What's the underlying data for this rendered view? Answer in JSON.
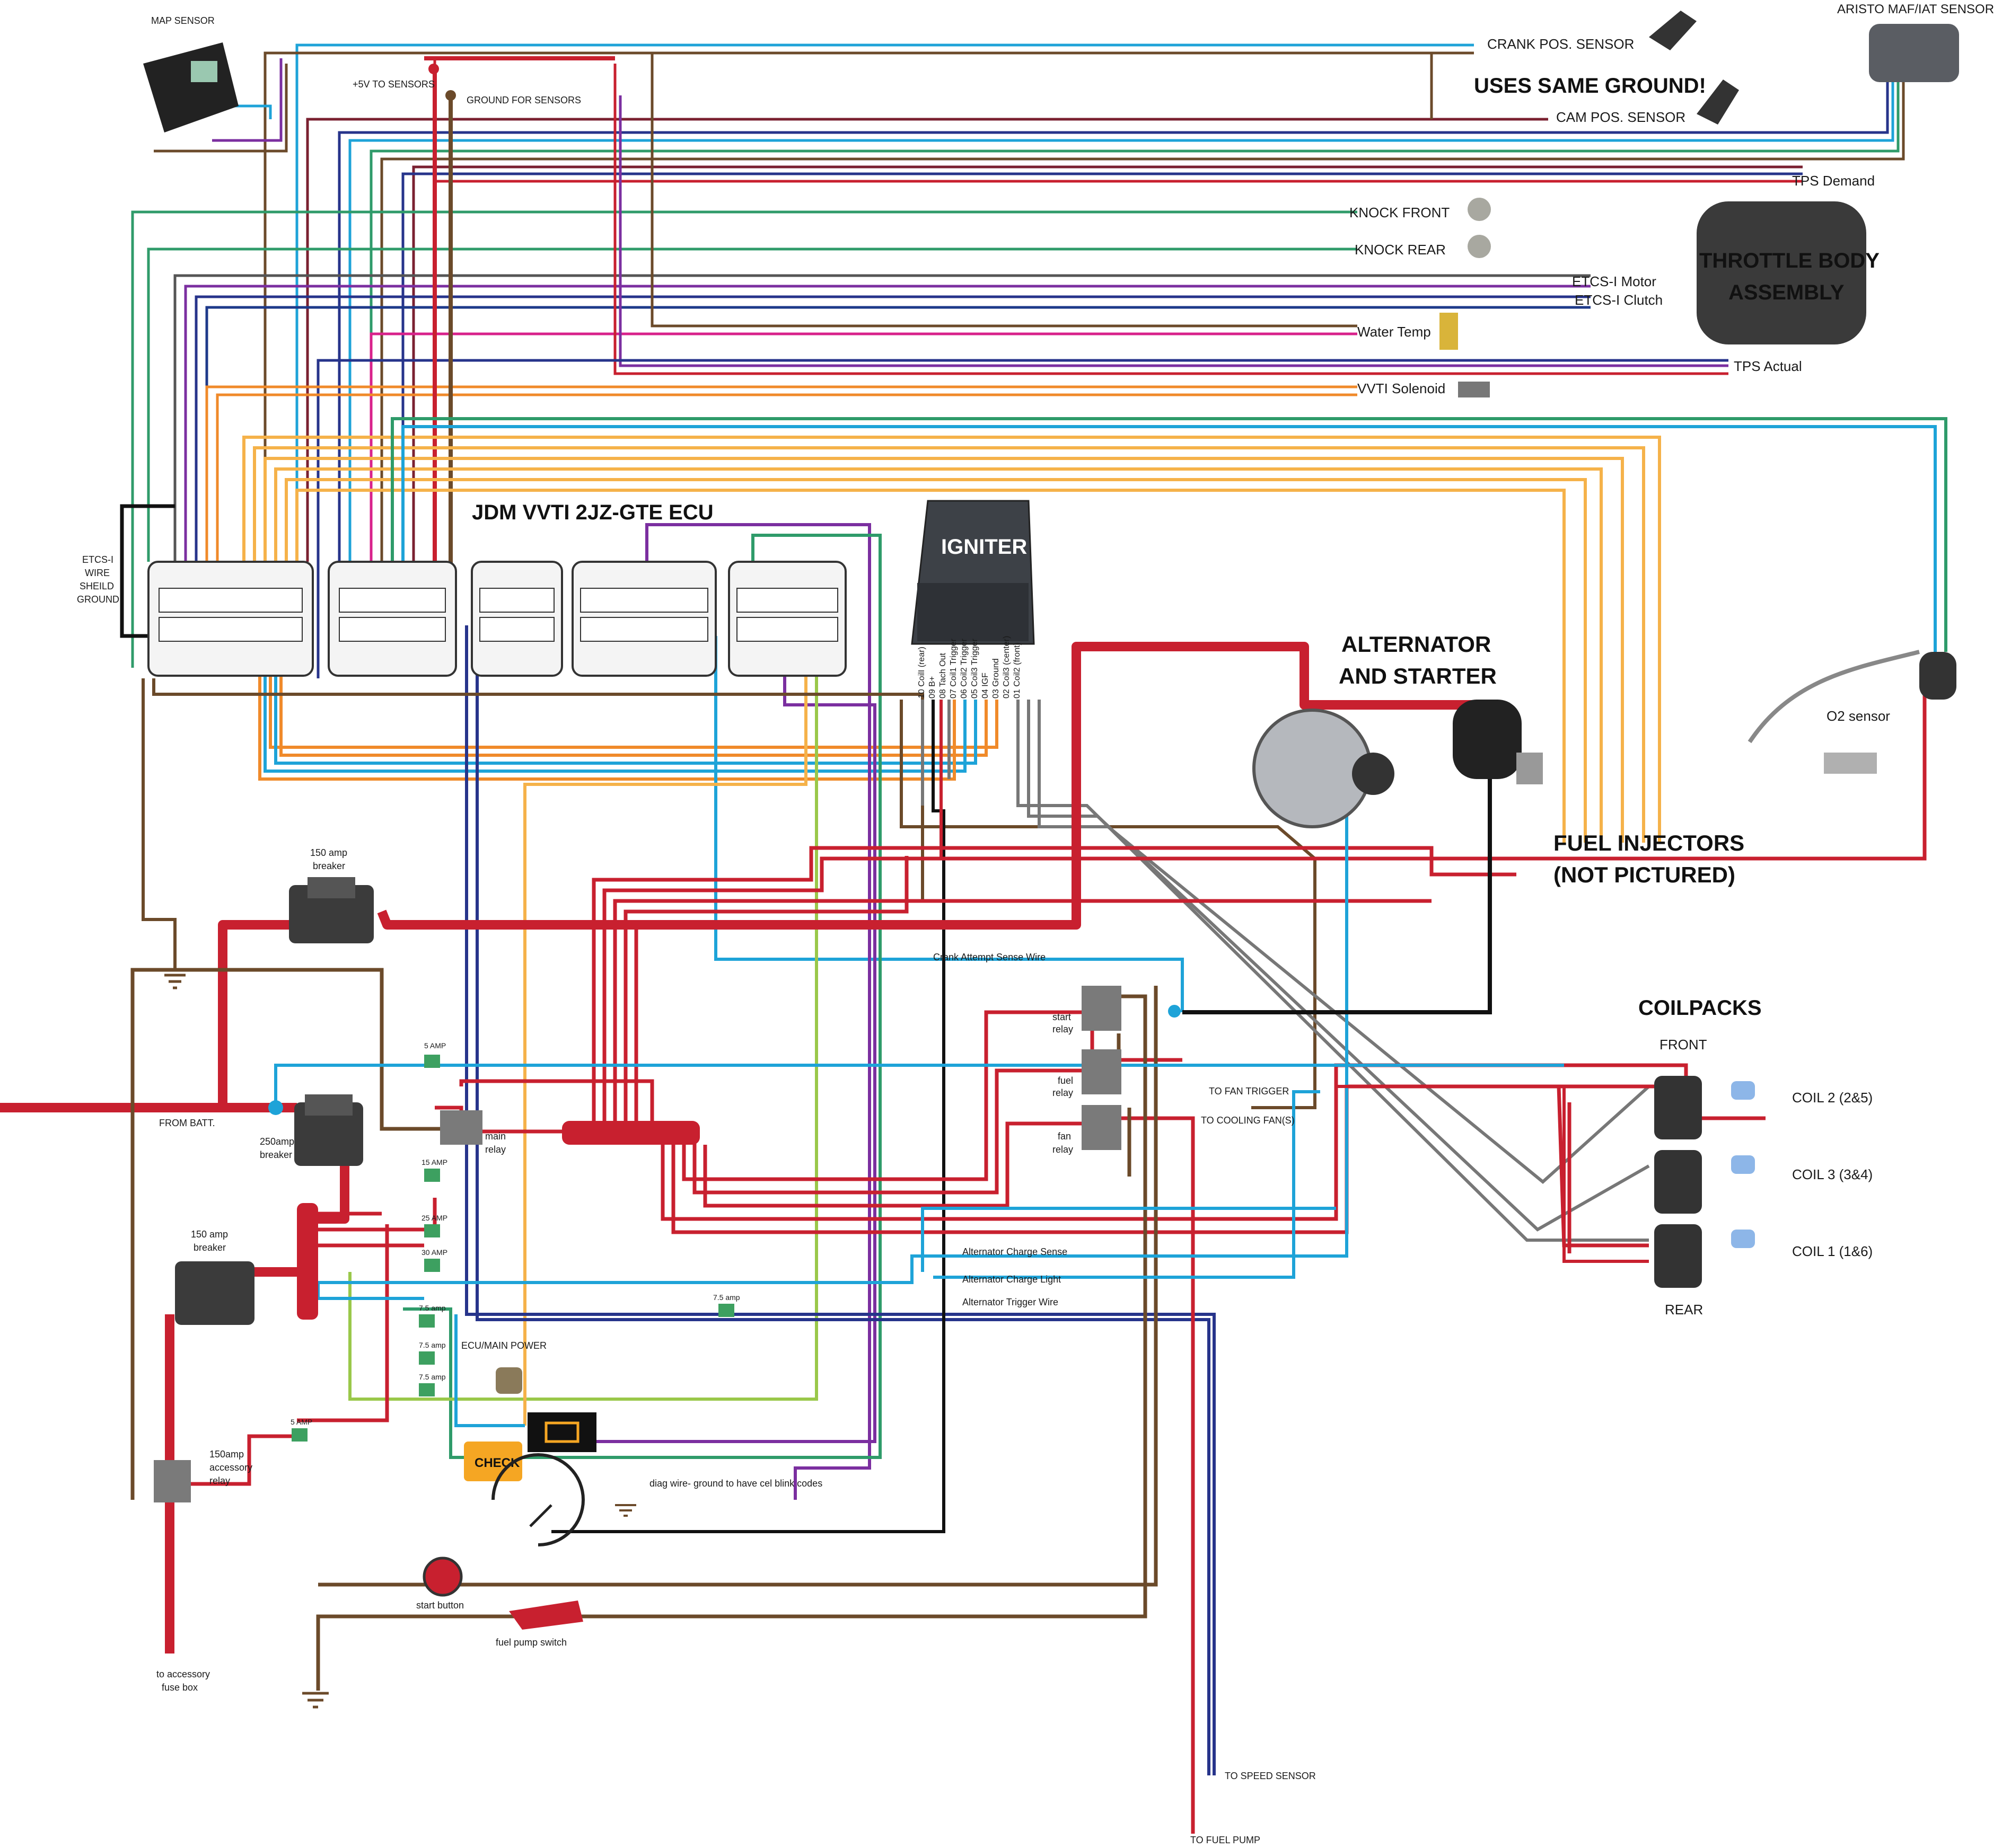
{
  "colors": {
    "power": "#c8202f",
    "ground": "#6b4a2a",
    "signal_blue": "#1ea3d8",
    "signal_green": "#2f9b6a",
    "signal_orange": "#f08a2a",
    "signal_yellow": "#f5b24a",
    "signal_purple": "#7b2fa0",
    "signal_navy": "#27348b",
    "signal_gray": "#777777",
    "signal_pink": "#d8228b",
    "signal_lime": "#9ac84a",
    "black": "#111111"
  },
  "ecu": {
    "title": "JDM VVTI 2JZ-GTE ECU"
  },
  "igniter": {
    "title": "IGNITER",
    "pins": [
      "10 CoilI (rear)",
      "09 B+",
      "08 Tach Out",
      "07 Coil1 Trigger",
      "06 Coil2 Trigger",
      "05 Coil3 Trigger",
      "04 IGF",
      "03 Ground",
      "02 Coil3 (center)",
      "01 Coil2 (front)"
    ]
  },
  "sensors": {
    "map": "MAP SENSOR",
    "plus5v": "+5V TO SENSORS",
    "ground_sensors": "GROUND FOR SENSORS",
    "crank": "CRANK POS. SENSOR",
    "same_ground": "USES SAME GROUND!",
    "cam": "CAM POS. SENSOR",
    "maf": "ARISTO MAF/IAT SENSOR",
    "tps_demand": "TPS Demand",
    "knock_front": "KNOCK FRONT",
    "knock_rear": "KNOCK REAR",
    "etcs_motor": "ETCS-I Motor",
    "etcs_clutch": "ETCS-I Clutch",
    "water_temp": "Water Temp",
    "tps_actual": "TPS Actual",
    "vvti": "VVTI Solenoid",
    "throttle_body_1": "THROTTLE BODY",
    "throttle_body_2": "ASSEMBLY",
    "o2": "O2 sensor"
  },
  "etcs_shield": [
    "ETCS-I",
    "WIRE",
    "SHEILD",
    "GROUND"
  ],
  "alternator": {
    "line1": "ALTERNATOR",
    "line2": "AND STARTER"
  },
  "injectors": {
    "line1": "FUEL INJECTORS",
    "line2": "(NOT PICTURED)"
  },
  "coilpacks": {
    "title": "COILPACKS",
    "front": "FRONT",
    "rear": "REAR",
    "coils": [
      "COIL 2 (2&5)",
      "COIL 3 (3&4)",
      "COIL 1 (1&6)"
    ]
  },
  "power": {
    "breaker150_top_1": "150 amp",
    "breaker150_top_2": "breaker",
    "from_batt": "FROM BATT.",
    "breaker250_1": "250amp",
    "breaker250_2": "breaker",
    "breaker150_low_1": "150 amp",
    "breaker150_low_2": "breaker",
    "main_relay_1": "main",
    "main_relay_2": "relay",
    "acc_relay_1": "150amp",
    "acc_relay_2": "accessory",
    "acc_relay_3": "relay",
    "acc_fuse_1": "to accessory",
    "acc_fuse_2": "fuse box",
    "ecu_main_power": "ECU/MAIN POWER"
  },
  "fuses": {
    "f5a": "5 AMP",
    "f15a": "15 AMP",
    "f25a": "25 AMP",
    "f30a": "30 AMP",
    "f75a": "7.5 amp",
    "f5a_lower": "5 AMP"
  },
  "relays": {
    "crank_sense": "Crank Attempt Sense Wire",
    "start_1": "start",
    "start_2": "relay",
    "fuel_1": "fuel",
    "fuel_2": "relay",
    "fan_1": "fan",
    "fan_2": "relay",
    "fan_trigger": "TO FAN TRIGGER",
    "cooling_fan": "TO COOLING FAN(S)"
  },
  "alternator_wires": {
    "charge_sense": "Alternator Charge Sense",
    "charge_light": "Alternator Charge Light",
    "trigger": "Alternator Trigger Wire"
  },
  "dash": {
    "check": "CHECK",
    "diag": "diag wire- ground to have cel blink codes",
    "start_button": "start button",
    "fuel_pump_switch": "fuel pump switch",
    "speed_sensor": "TO SPEED SENSOR",
    "fuel_pump": "TO FUEL PUMP"
  }
}
